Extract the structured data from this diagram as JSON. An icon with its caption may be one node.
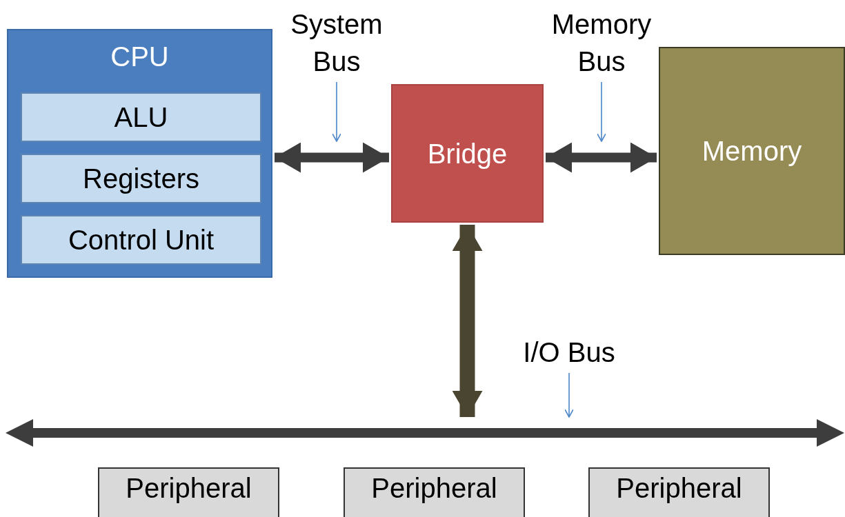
{
  "diagram": {
    "nodes": [
      {
        "text": [
          "CPU"
        ]
      },
      {
        "text": [
          "ALU"
        ],
        "in": 0
      },
      {
        "text": [
          "Registers"
        ],
        "in": 0
      },
      {
        "text": [
          "Control Unit"
        ],
        "in": 0
      },
      {
        "text": [
          "System Bus"
        ]
      },
      {
        "text": [
          "Bridge"
        ]
      },
      {
        "text": [
          "Memory Bus"
        ]
      },
      {
        "text": [
          "Memory"
        ]
      },
      {
        "text": [
          "I/O Bus"
        ]
      },
      {
        "text": [],
        "shape": "bar"
      },
      {
        "text": [
          "Peripheral"
        ]
      },
      {
        "text": [
          "Peripheral"
        ]
      },
      {
        "text": [
          "Peripheral"
        ]
      }
    ],
    "edges": [
      {
        "from": 0,
        "to": 5,
        "arrow": "both",
        "style": "thick",
        "color": "#3d3d3d"
      },
      {
        "from": 5,
        "to": 7,
        "arrow": "both",
        "style": "thick",
        "color": "#3d3d3d"
      },
      {
        "from": 5,
        "to": 9,
        "arrow": "both",
        "style": "thick",
        "color": "#4a4530"
      },
      {
        "from": 4,
        "to": null,
        "arrow": "to",
        "color": "#4a86c8"
      },
      {
        "from": 6,
        "to": null,
        "arrow": "to",
        "color": "#4a86c8"
      },
      {
        "from": 8,
        "to": 9,
        "arrow": "to",
        "color": "#4a86c8"
      }
    ]
  }
}
